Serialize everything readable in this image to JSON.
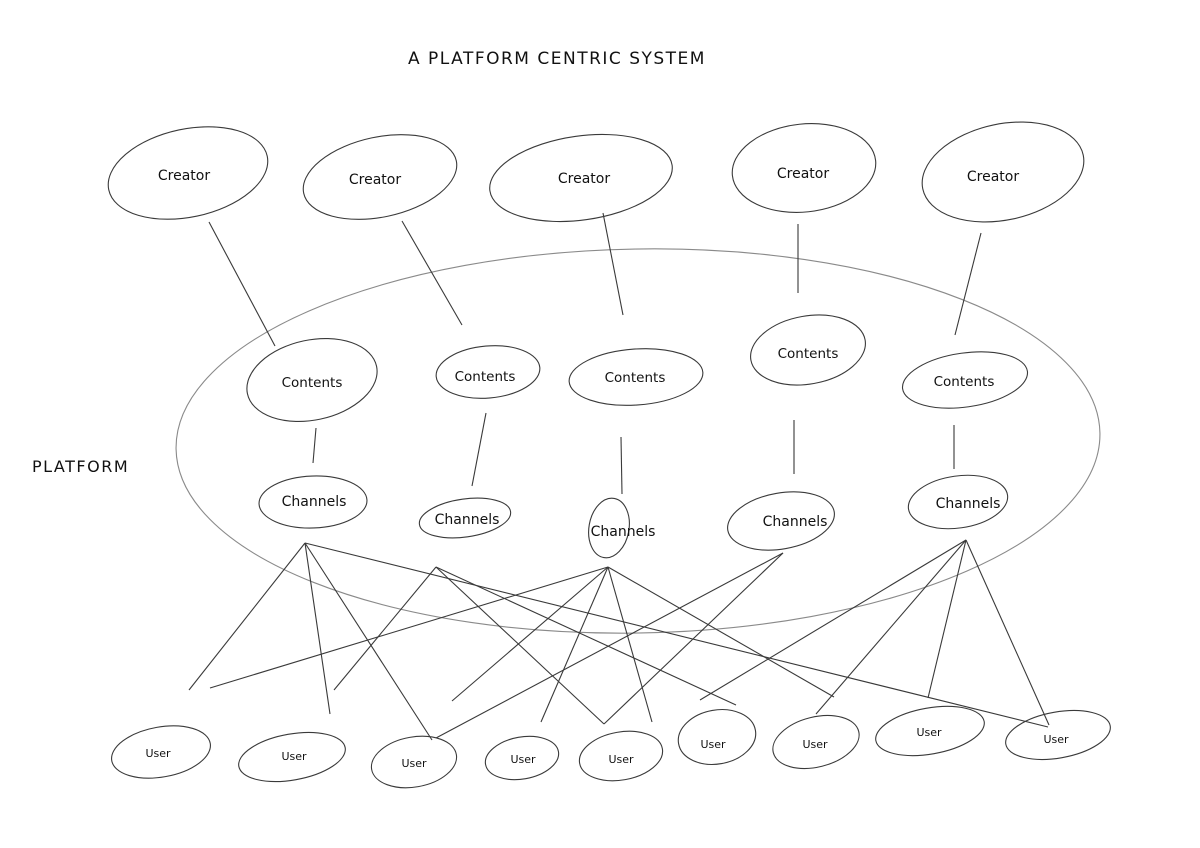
{
  "diagram": {
    "title": "A PLATFORM CENTRIC SYSTEM",
    "platform": {
      "label": "PLATFORM"
    },
    "creators": [
      {
        "label": "Creator"
      },
      {
        "label": "Creator"
      },
      {
        "label": "Creator"
      },
      {
        "label": "Creator"
      },
      {
        "label": "Creator"
      }
    ],
    "contents": [
      {
        "label": "Contents"
      },
      {
        "label": "Contents"
      },
      {
        "label": "Contents"
      },
      {
        "label": "Contents"
      },
      {
        "label": "Contents"
      }
    ],
    "channels": [
      {
        "label": "Channels"
      },
      {
        "label": "Channels"
      },
      {
        "label": "Channels"
      },
      {
        "label": "Channels"
      },
      {
        "label": "Channels"
      }
    ],
    "users": [
      {
        "label": "User"
      },
      {
        "label": "User"
      },
      {
        "label": "User"
      },
      {
        "label": "User"
      },
      {
        "label": "User"
      },
      {
        "label": "User"
      },
      {
        "label": "User"
      },
      {
        "label": "User"
      },
      {
        "label": "User"
      }
    ]
  }
}
